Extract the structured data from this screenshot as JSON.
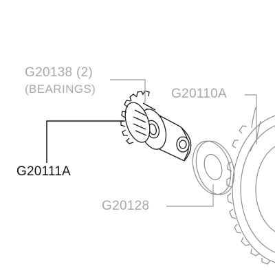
{
  "callouts": {
    "bearing_part": "G20138 (2)",
    "bearing_note": "(BEARINGS)",
    "gear_kit": "G20110A",
    "highlighted_part": "G20111A",
    "washer": "G20128"
  },
  "colors": {
    "faded_part": "#a8a8a8",
    "highlighted_part": "#111111",
    "background": "#ffffff"
  }
}
